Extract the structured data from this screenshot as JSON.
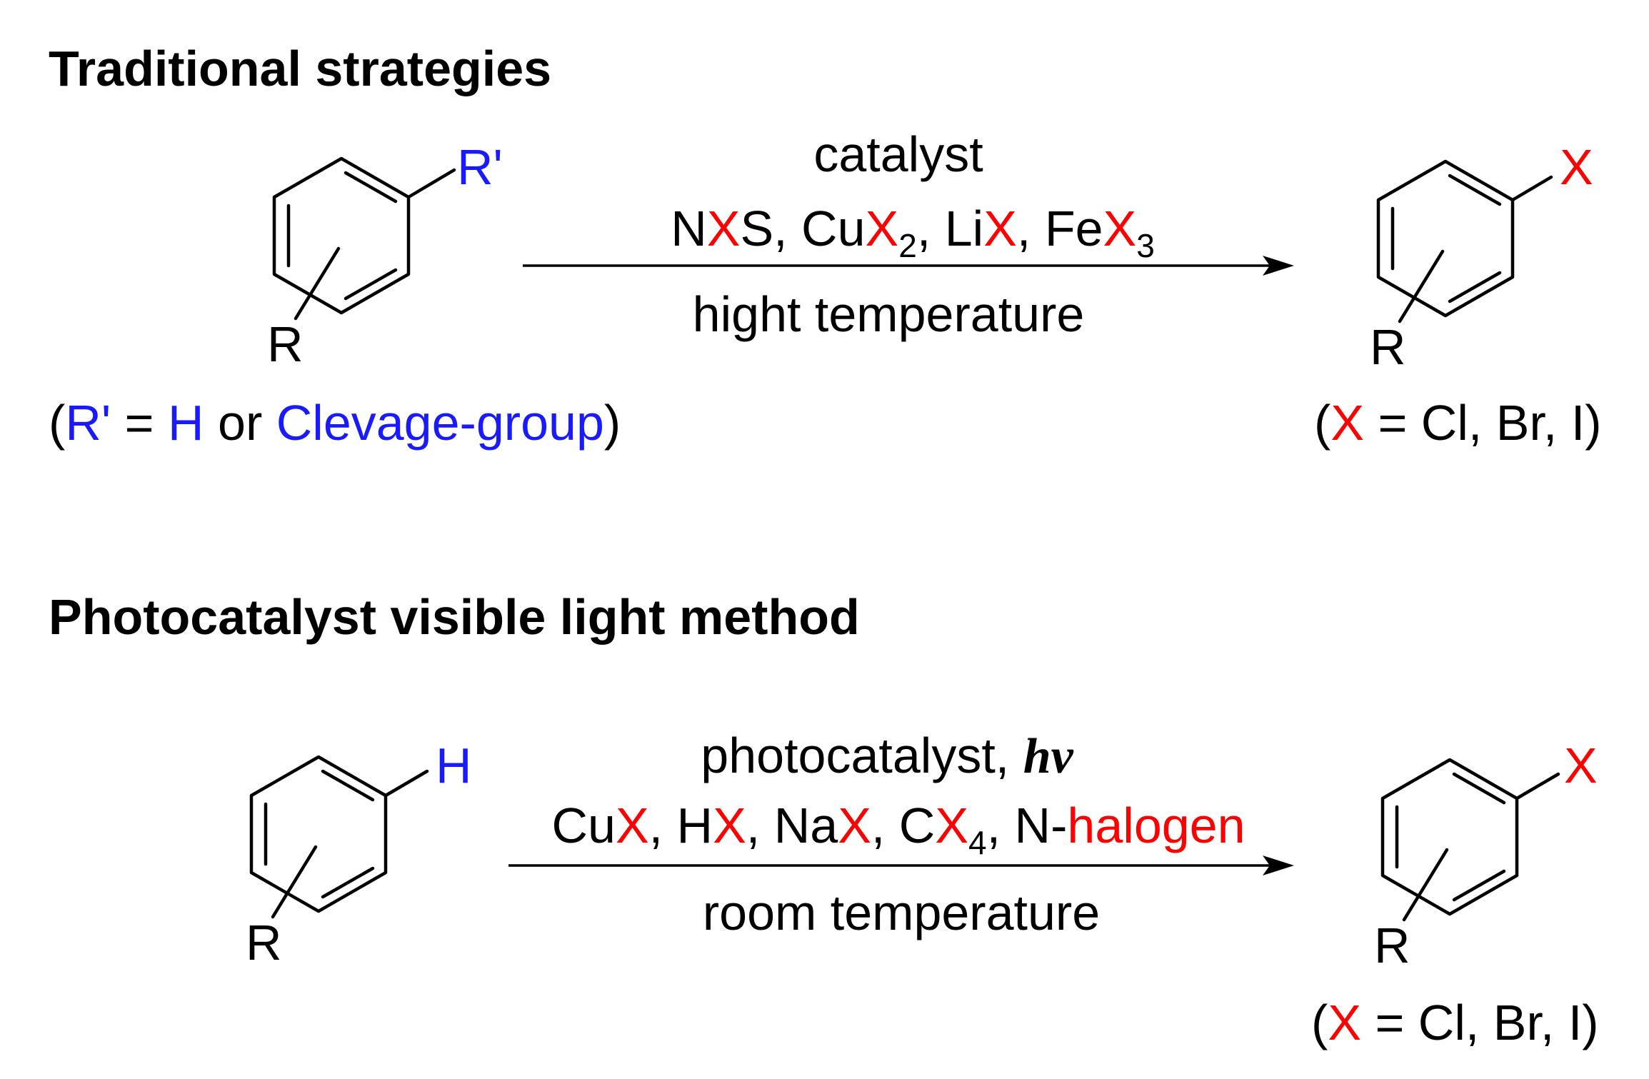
{
  "colors": {
    "black": "#000000",
    "red": "#ff0000",
    "blue": "#1a1aff"
  },
  "traditional": {
    "heading": "Traditional strategies",
    "reactant": {
      "subst": "R'",
      "ring": "R"
    },
    "reactant_note": {
      "open": "(",
      "rp": "R'",
      "eq": " = ",
      "h": "H",
      "or": " or ",
      "cg": "Clevage-group",
      "close": ")"
    },
    "conditions": {
      "line1": "catalyst",
      "line2": {
        "n": "N",
        "x1": "X",
        "s": "S, Cu",
        "x2": "X",
        "sub2": "2",
        "lit": ", Li",
        "x3": "X",
        "fe": ", Fe",
        "x4": "X",
        "sub3": "3"
      },
      "line3": "hight temperature"
    },
    "product": {
      "subst": "X",
      "ring": "R"
    },
    "product_note": {
      "open": "(",
      "x": "X",
      "rest": " = Cl, Br, I)"
    }
  },
  "photo": {
    "heading": "Photocatalyst visible light method",
    "reactant": {
      "subst": "H",
      "ring": "R"
    },
    "conditions": {
      "line1": {
        "text": "photocatalyst, ",
        "hv": "hv"
      },
      "line2": {
        "cu": "Cu",
        "x1": "X",
        "h": ", H",
        "x2": "X",
        "na": ", Na",
        "x3": "X",
        "c": ", C",
        "x4": "X",
        "sub4": "4",
        "n": ", N-",
        "halogen": "halogen"
      },
      "line3": "room temperature"
    },
    "product": {
      "subst": "X",
      "ring": "R"
    },
    "product_note": {
      "open": "(",
      "x": "X",
      "rest": " = Cl, Br, I)"
    }
  }
}
